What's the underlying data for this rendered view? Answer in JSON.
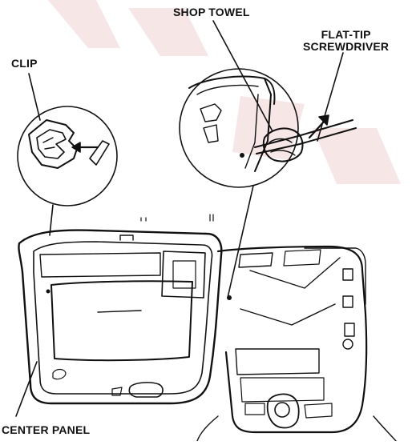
{
  "labels": {
    "clip": "CLIP",
    "shop_towel": "SHOP TOWEL",
    "flat_tip_screwdriver_line1": "FLAT-TIP",
    "flat_tip_screwdriver_line2": "SCREWDRIVER",
    "center_panel": "CENTER PANEL"
  },
  "colors": {
    "ink": "#111111",
    "watermark": "#f1d6d6",
    "background": "#ffffff"
  }
}
